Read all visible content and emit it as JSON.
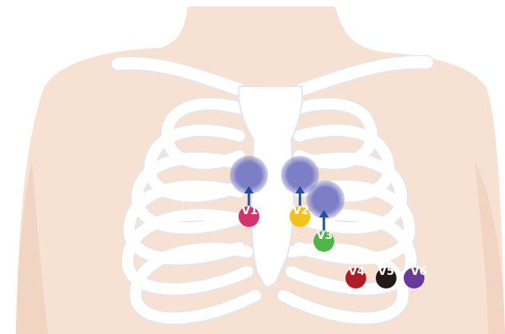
{
  "leads": [
    {
      "id": "v1",
      "label": "V1",
      "color": "#d6336c"
    },
    {
      "id": "v2",
      "label": "V2",
      "color": "#f4c01c"
    },
    {
      "id": "v3",
      "label": "V3",
      "color": "#4cb648"
    },
    {
      "id": "v4",
      "label": "V4",
      "color": "#b01c25"
    },
    {
      "id": "v5",
      "label": "V5",
      "color": "#231a18"
    },
    {
      "id": "v6",
      "label": "V6",
      "color": "#6a3a9b"
    }
  ],
  "colors": {
    "skin": "#f6e1d2",
    "skin_shadow": "#efcfba",
    "bone": "#ffffff",
    "bone_outline": "#e3e6ec",
    "placement_marker": "#7c7ec6",
    "arrow": "#1f4e9a"
  }
}
